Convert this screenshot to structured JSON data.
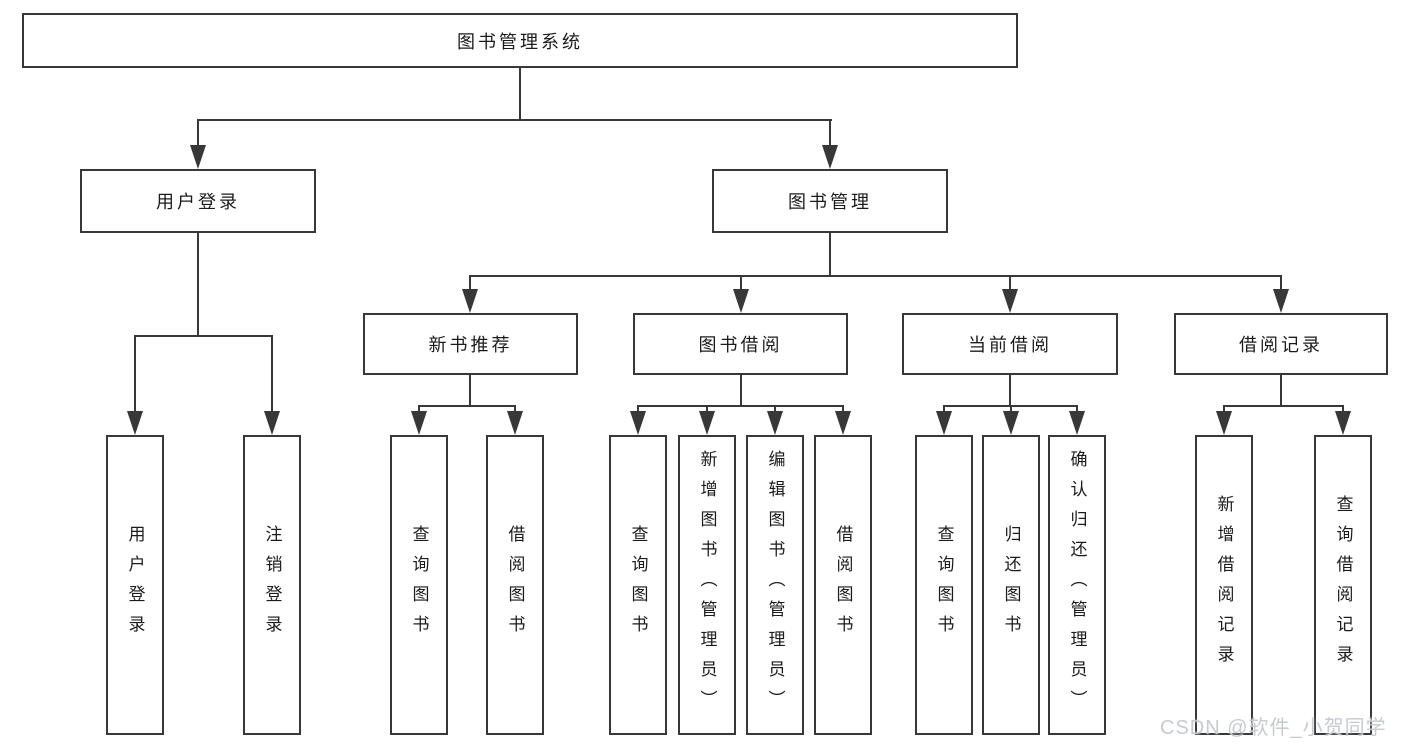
{
  "diagram": {
    "title": "图书管理系统",
    "root": "图书管理系统",
    "level2": {
      "user_login": "用户登录",
      "book_mgmt": "图书管理"
    },
    "level3": {
      "new_book": "新书推荐",
      "book_borrow": "图书借阅",
      "current_borrow": "当前借阅",
      "borrow_record": "借阅记录"
    },
    "leaves": {
      "user_login": [
        "用户登录",
        "注销登录"
      ],
      "new_book": [
        "查询图书",
        "借阅图书"
      ],
      "book_borrow": [
        "查询图书",
        "新增图书（管理员）",
        "编辑图书（管理员）",
        "借阅图书"
      ],
      "current_borrow": [
        "查询图书",
        "归还图书",
        "确认归还（管理员）"
      ],
      "borrow_record": [
        "新增借阅记录",
        "查询借阅记录"
      ]
    },
    "colors": {
      "line": "#383838",
      "text": "#1b1b1b",
      "background": "#ffffff",
      "watermark": "#c3c8cd"
    }
  },
  "watermark": "CSDN @软件_小贺同学"
}
